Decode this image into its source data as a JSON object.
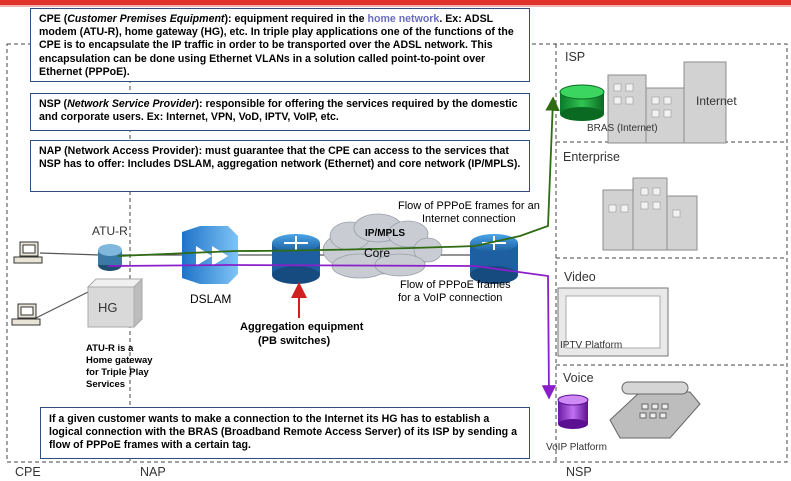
{
  "boxes": {
    "cpe": {
      "title": "CPE",
      "title_full": "Customer Premises Equipment",
      "text1": ": equipment required in the ",
      "highlight": "home network",
      "text2": ".",
      "body": "Ex: ADSL  modem (ATU-R), home gateway (HG), etc. In triple play applications one of the functions of the CPE is to encapsulate the IP traffic in order to be transported over the ADSL network. This encapsulation can be done using Ethernet VLANs in a solution called point-to-point over Ethernet (PPPoE)."
    },
    "nsp": {
      "title": "NSP",
      "title_full": "Network Service Provider",
      "body": ": responsible for offering the services required by the domestic and corporate users. Ex: Internet, VPN, VoD, IPTV, VoIP, etc."
    },
    "nap": {
      "title": "NAP",
      "title_full": "(Network Access Provider)",
      "body": ": must guarantee that the CPE can access to the services that NSP has to offer: Includes DSLAM, aggregation network (Ethernet) and core network (IP/MPLS)."
    },
    "bottom": "If a given customer wants to make a connection to the Internet its HG has to establish a logical connection with the BRAS (Broadband Remote Access Server) of its ISP by sending a flow of PPPoE frames with a certain tag."
  },
  "devices": {
    "atu_r": "ATU-R",
    "hg": "HG",
    "dslam": "DSLAM",
    "ipmpls": "IP/MPLS",
    "core": "Core",
    "aggregation": "Aggregation equipment",
    "aggregation_sub": "(PB switches)",
    "atur_note_1": "ATU-R is a",
    "atur_note_2": "Home gateway",
    "atur_note_3": "for Triple Play",
    "atur_note_4": "Services"
  },
  "flows": {
    "internet_1": "Flow of PPPoE frames for an",
    "internet_2": "Internet connection",
    "voip_1": "Flow of PPPoE frames",
    "voip_2": "for a VoIP connection"
  },
  "providers": {
    "isp": "ISP",
    "internet": "Internet",
    "bras": "BRAS (Internet)",
    "enterprise": "Enterprise",
    "video": "Video",
    "iptv": "IPTV Platform",
    "voice": "Voice",
    "voip": "VoIP Platform"
  },
  "domains": {
    "cpe": "CPE",
    "nap": "NAP",
    "nsp": "NSP"
  },
  "colors": {
    "internet_flow": "#2e6b12",
    "voip_flow": "#8a1fc9",
    "box_border": "#2f4f7f",
    "accent": "#e0312b"
  }
}
